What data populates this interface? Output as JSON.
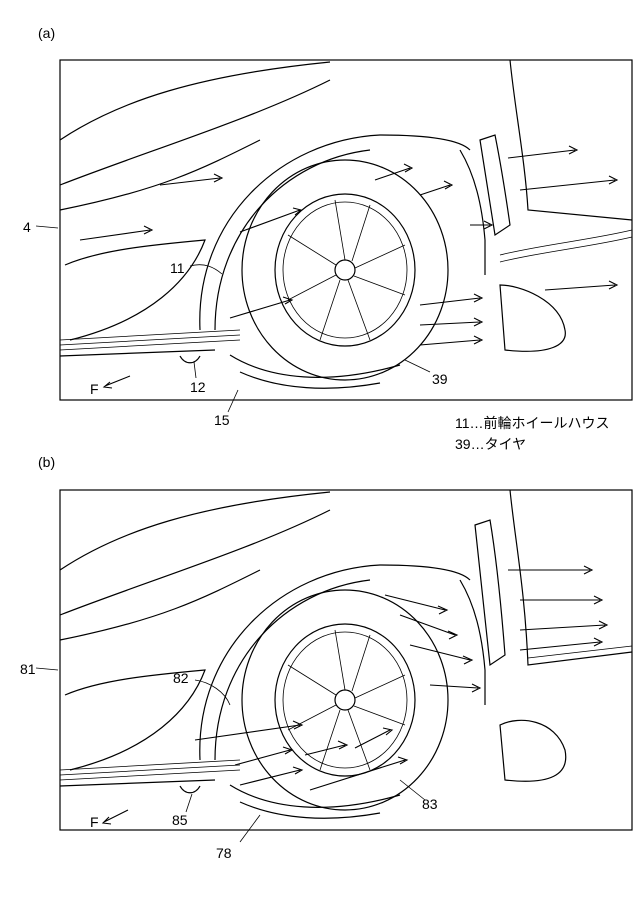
{
  "panel_a": {
    "tag": "(a)",
    "labels": {
      "body": "4",
      "wheel_house": "11",
      "item12": "12",
      "item15": "15",
      "tire": "39",
      "forward": "F"
    },
    "legend": [
      "11…前輪ホイールハウス",
      "39…タイヤ"
    ]
  },
  "panel_b": {
    "tag": "(b)",
    "labels": {
      "body": "81",
      "wheel_house": "82",
      "item85": "85",
      "item78": "78",
      "tire": "83",
      "forward": "F"
    }
  }
}
